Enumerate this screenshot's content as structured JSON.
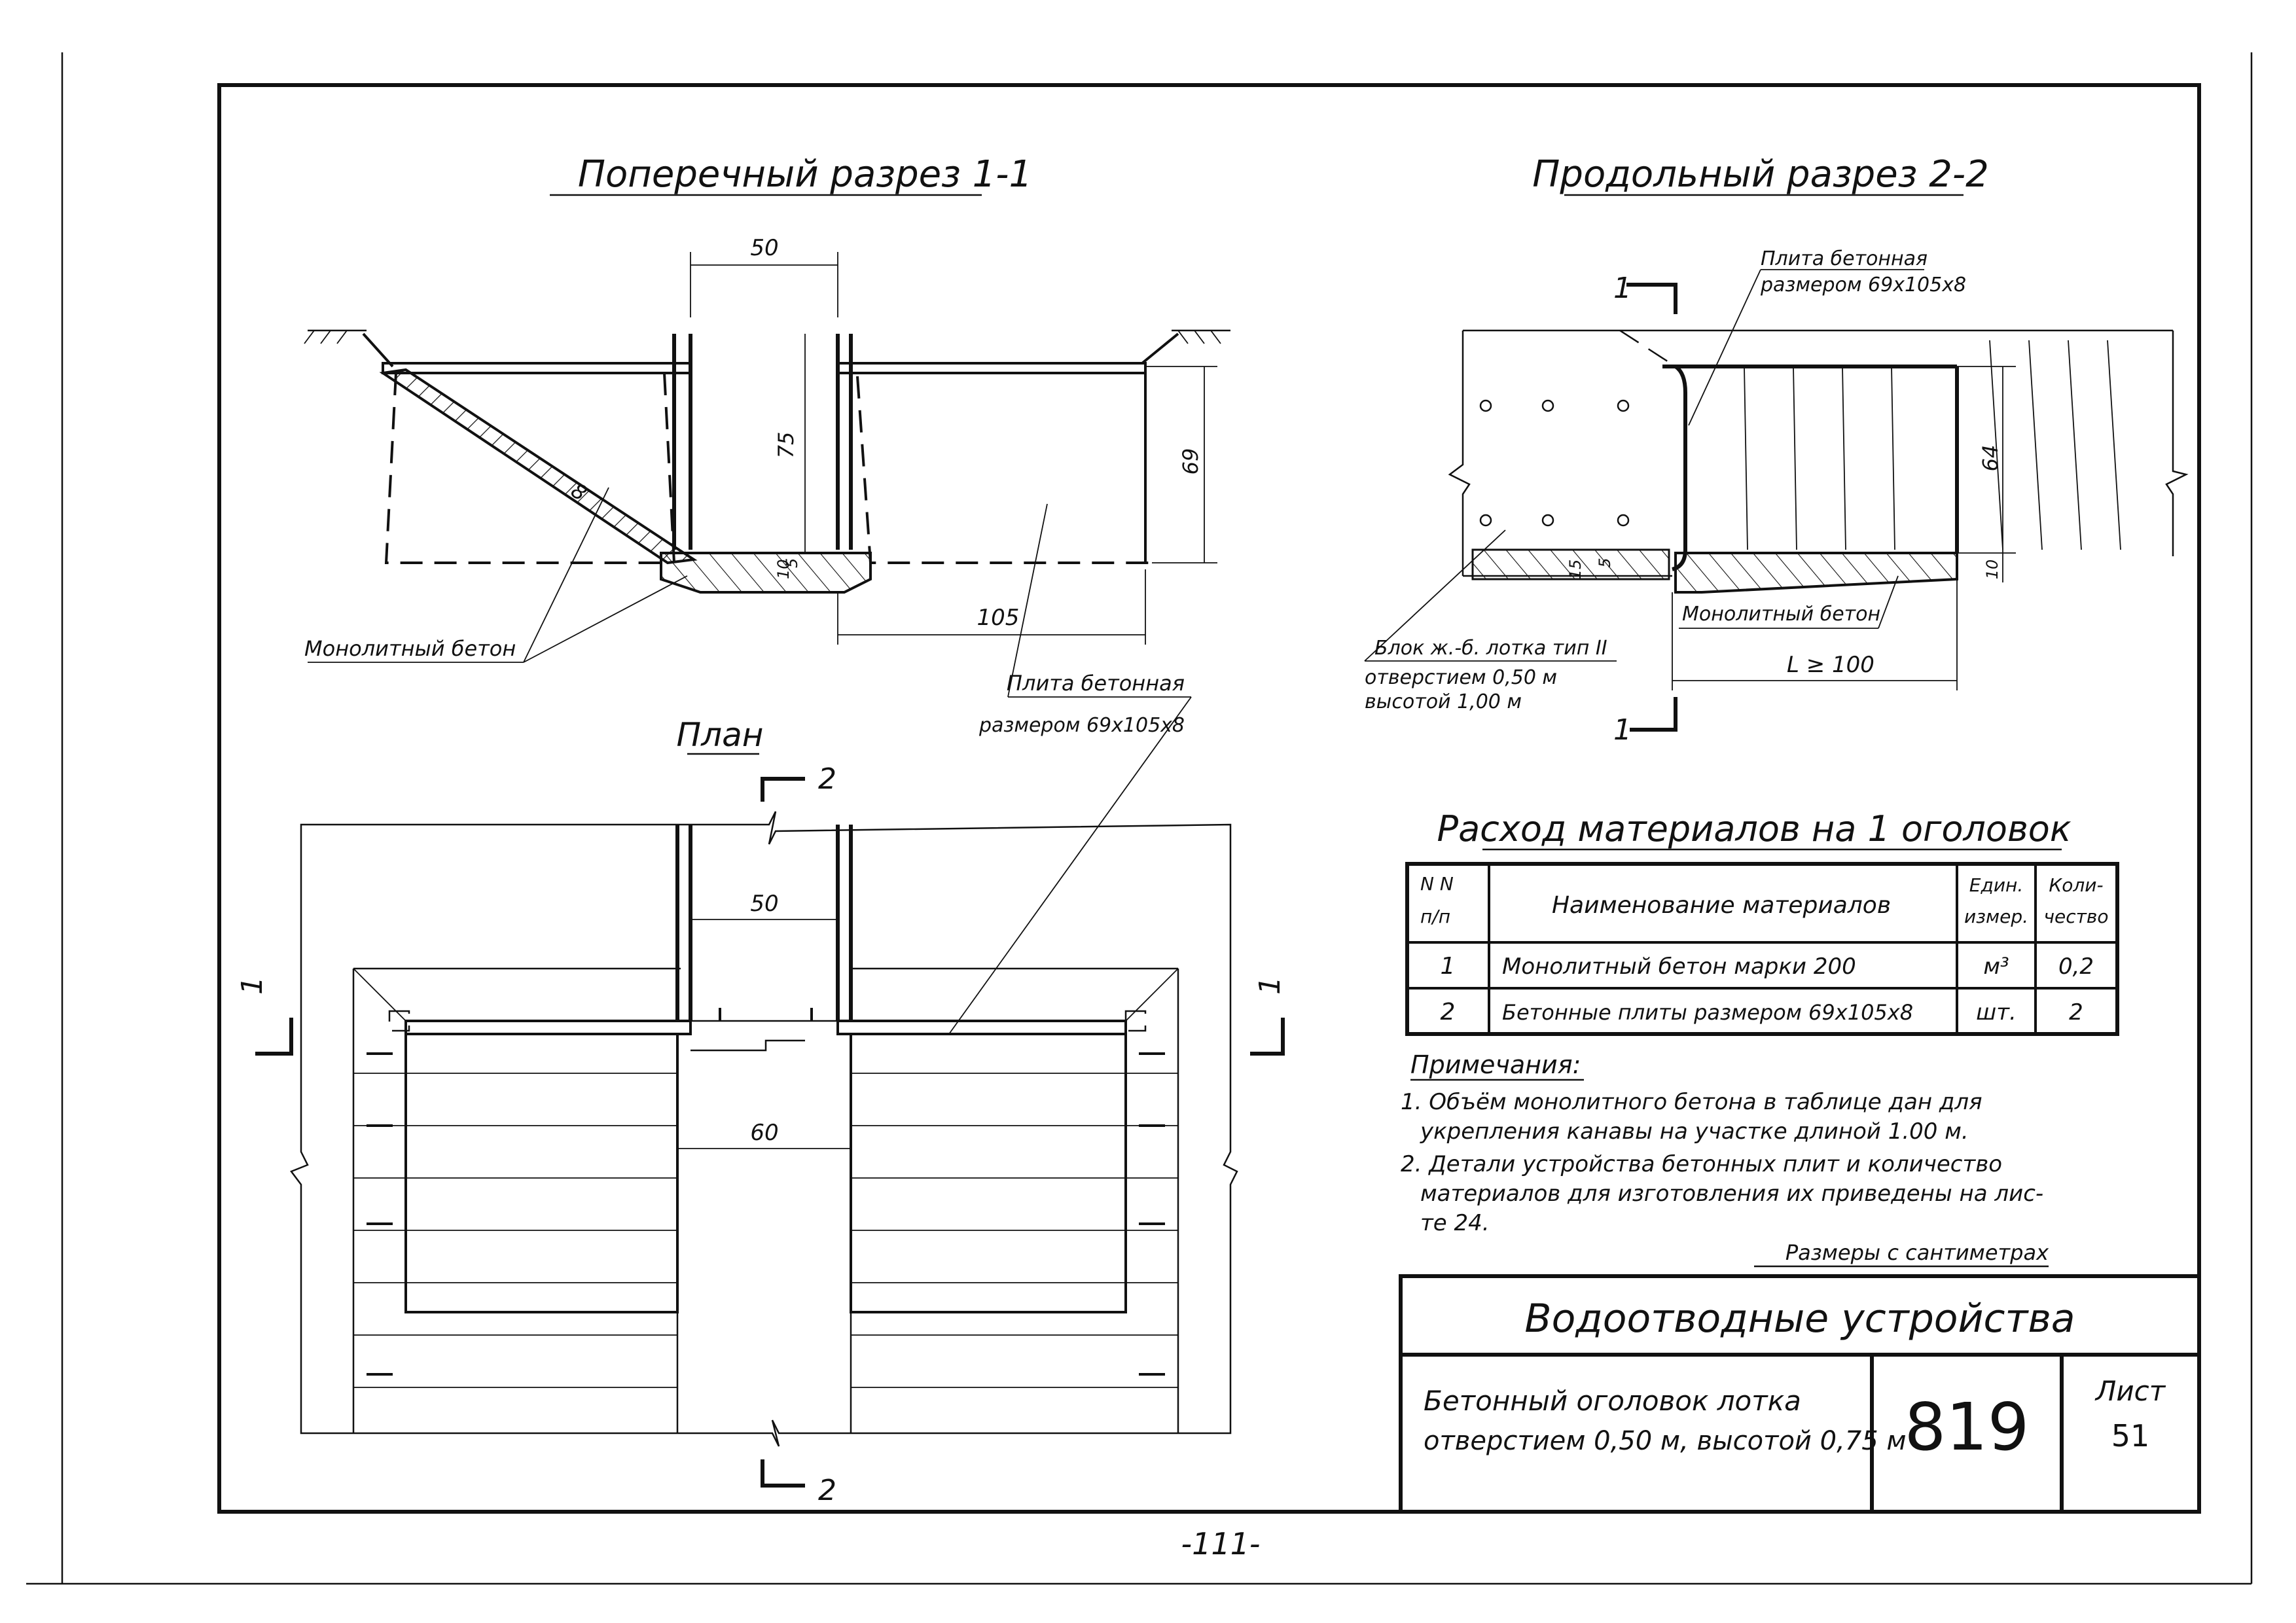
{
  "sections": {
    "cross_title": "Поперечный разрез 1-1",
    "long_title": "Продольный разрез 2-2",
    "plan_title": "План"
  },
  "cross_section": {
    "dim_top": "50",
    "dim_75": "75",
    "dim_69": "69",
    "dim_8": "8",
    "dim_10": "10",
    "dim_5": "5",
    "dim_105": "105",
    "label_concrete": "Монолитный бетон",
    "label_plate_line1": "Плита бетонная",
    "label_plate_line2": "размером 69х105х8"
  },
  "long_section": {
    "marker": "1",
    "plate_line1": "Плита бетонная",
    "plate_line2": "размером 69х105х8",
    "dim_64": "64",
    "dim_10": "10",
    "dim_15": "15",
    "dim_5": "5",
    "label_concrete": "Монолитный бетон",
    "dim_L": "L ≥ 100",
    "block_line1": "Блок ж.-б. лотка тип II",
    "block_line2": "отверстием 0,50 м",
    "block_line3": "высотой 1,00 м"
  },
  "plan": {
    "marker2": "2",
    "marker1": "1",
    "dim_50": "50",
    "dim_60": "60"
  },
  "materials": {
    "title": "Расход материалов на 1 оголовок",
    "headers": {
      "num_a": "N N",
      "num_b": "п/п",
      "name": "Наименование материалов",
      "unit_a": "Един.",
      "unit_b": "измер.",
      "qty_a": "Коли-",
      "qty_b": "чество"
    },
    "rows": [
      {
        "num": "1",
        "name": "Монолитный бетон марки 200",
        "unit": "м³",
        "qty": "0,2"
      },
      {
        "num": "2",
        "name": "Бетонные плиты размером 69х105х8",
        "unit": "шт.",
        "qty": "2"
      }
    ]
  },
  "notes": {
    "title": "Примечания:",
    "n1_line1": "1. Объём монолитного бетона в таблице дан для",
    "n1_line2": "укрепления канавы на участке длиной 1.00 м.",
    "n2_line1": "2. Детали устройства бетонных плит и количество",
    "n2_line2": "материалов для изготовления их приведены на лис-",
    "n2_line3": "те 24.",
    "units": "Размеры с сантиметрах"
  },
  "stamp": {
    "title": "Водоотводные устройства",
    "desc_line1": "Бетонный оголовок лотка",
    "desc_line2": "отверстием 0,50 м, высотой 0,75 м",
    "number": "819",
    "sheet_label": "Лист",
    "sheet_num": "51"
  },
  "page_number": "-111-"
}
